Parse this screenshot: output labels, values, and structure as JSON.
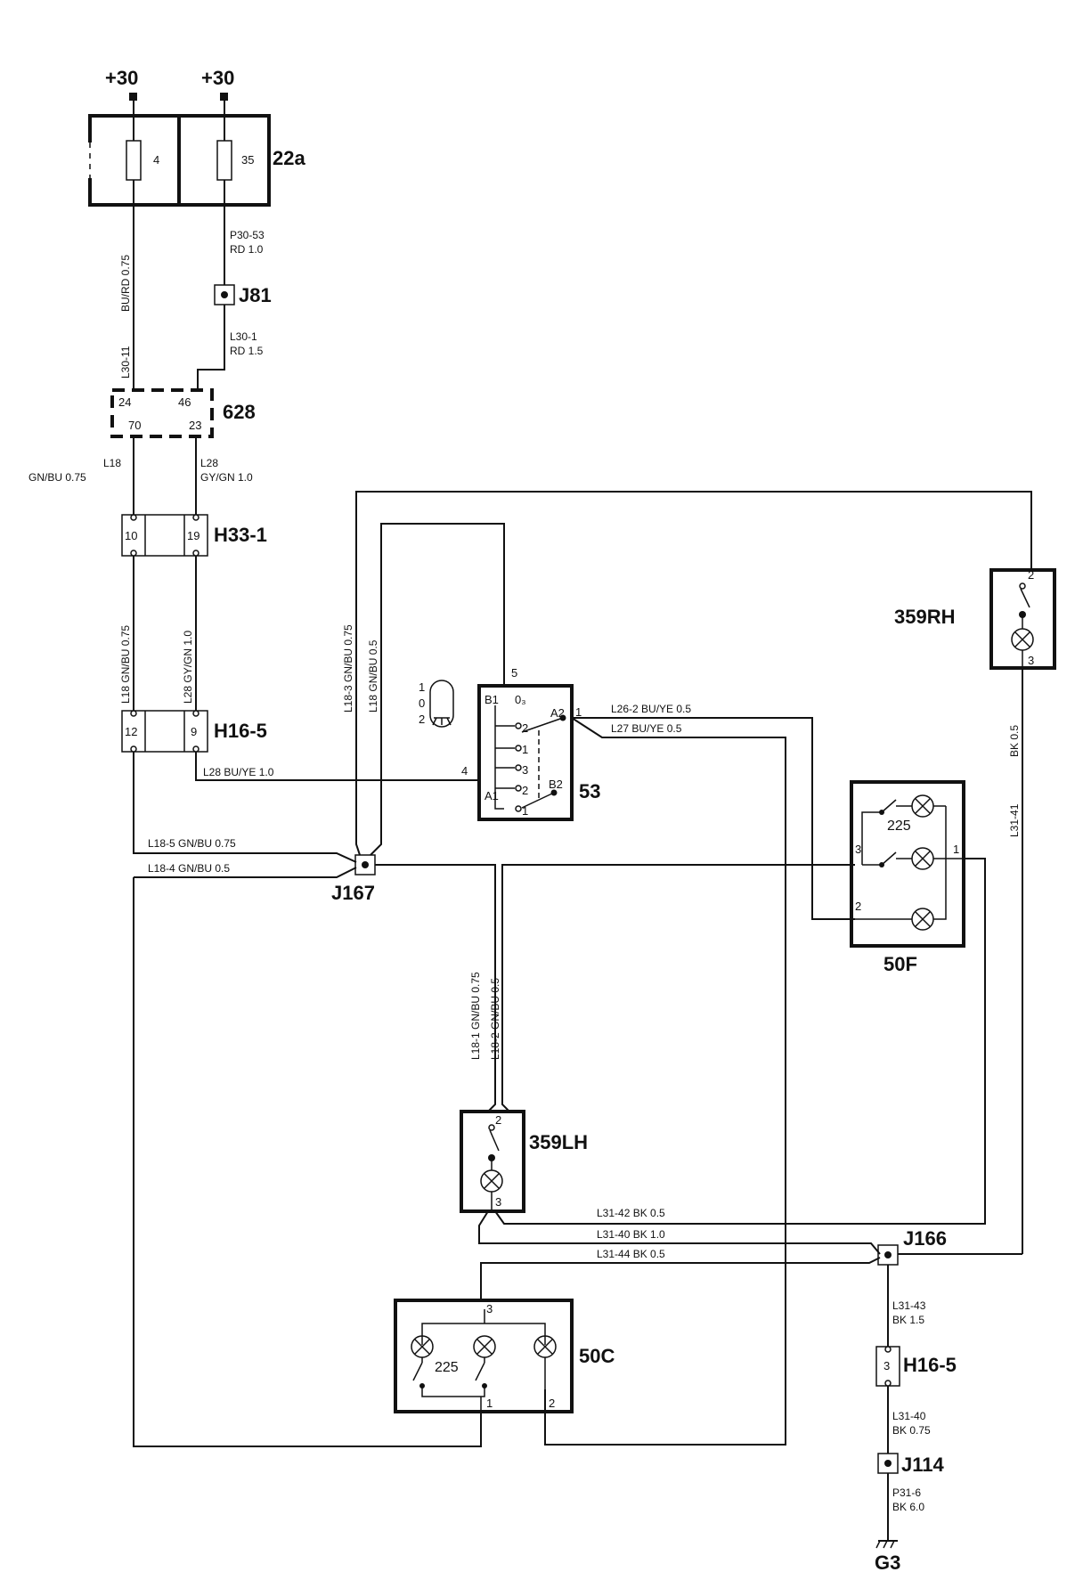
{
  "supplies": [
    "+30",
    "+30"
  ],
  "components": {
    "fuse_box": "22a",
    "fuse_a": "4",
    "fuse_b": "35",
    "j81": "J81",
    "c628": "628",
    "h33": "H33-1",
    "h16_top": "H16-5",
    "j167": "J167",
    "switch53": "53",
    "lamp359rh": "359RH",
    "lamp50f": "50F",
    "lamp359lh": "359LH",
    "j166": "J166",
    "lamp50c": "50C",
    "h16_bottom": "H16-5",
    "j114": "J114",
    "ground": "G3",
    "bulb_rating": "225"
  },
  "pins": {
    "c628": [
      "24",
      "46",
      "70",
      "23"
    ],
    "h33": [
      "10",
      "19"
    ],
    "h16_top": [
      "12",
      "9"
    ],
    "sw53": [
      "5",
      "B1",
      "0₃",
      "A2",
      "1",
      "A1",
      "B2",
      "4"
    ],
    "sw53_contacts": [
      "2",
      "1",
      "3",
      "2",
      "1"
    ],
    "headlamp_positions": [
      "1",
      "0",
      "2"
    ],
    "rh": [
      "2",
      "3"
    ],
    "lh": [
      "2",
      "3"
    ],
    "f50": [
      "3",
      "1",
      "2"
    ],
    "c50": [
      "3",
      "1",
      "2"
    ],
    "h16_bottom": [
      "3"
    ]
  },
  "wires": {
    "bu_rd": "BU/RD 0.75",
    "l30_11": "L30-11",
    "p30_53": "P30-53",
    "rd10": "RD  1.0",
    "l30_1": "L30-1",
    "rd15": "RD 1.5",
    "l18a": "L18",
    "gnbu075a": "GN/BU  0.75",
    "l28a": "L28",
    "gygn10a": "GY/GN  1.0",
    "l18b": "L18  GN/BU 0.75",
    "l28b": "L28  GY/GN  1.0",
    "l28c": "L28   BU/YE     1.0",
    "l18_5": "L18-5     GN/BU 0.75",
    "l18_4": "L18-4     GN/BU  0.5",
    "l18_3": "L18-3   GN/BU 0.75",
    "l18_c": "L18   GN/BU  0.5",
    "l26_2": "L26-2   BU/YE  0.5",
    "l27": "L27   BU/YE  0.5",
    "l31_41": "L31-41",
    "bk05a": "BK  0.5",
    "l18_1": "L18-1   GN/BU 0.75",
    "l18_2": "L18-2   GN/BU  0.5",
    "l31_42": "L31-42     BK  0.5",
    "l31_40a": "L31-40     BK  1.0",
    "l31_44": "L31-44     BK  0.5",
    "l31_43": "L31-43",
    "bk15": "BK  1.5",
    "l31_40b": "L31-40",
    "bk075": "BK 0.75",
    "p31_6": "P31-6",
    "bk60": "BK  6.0"
  }
}
